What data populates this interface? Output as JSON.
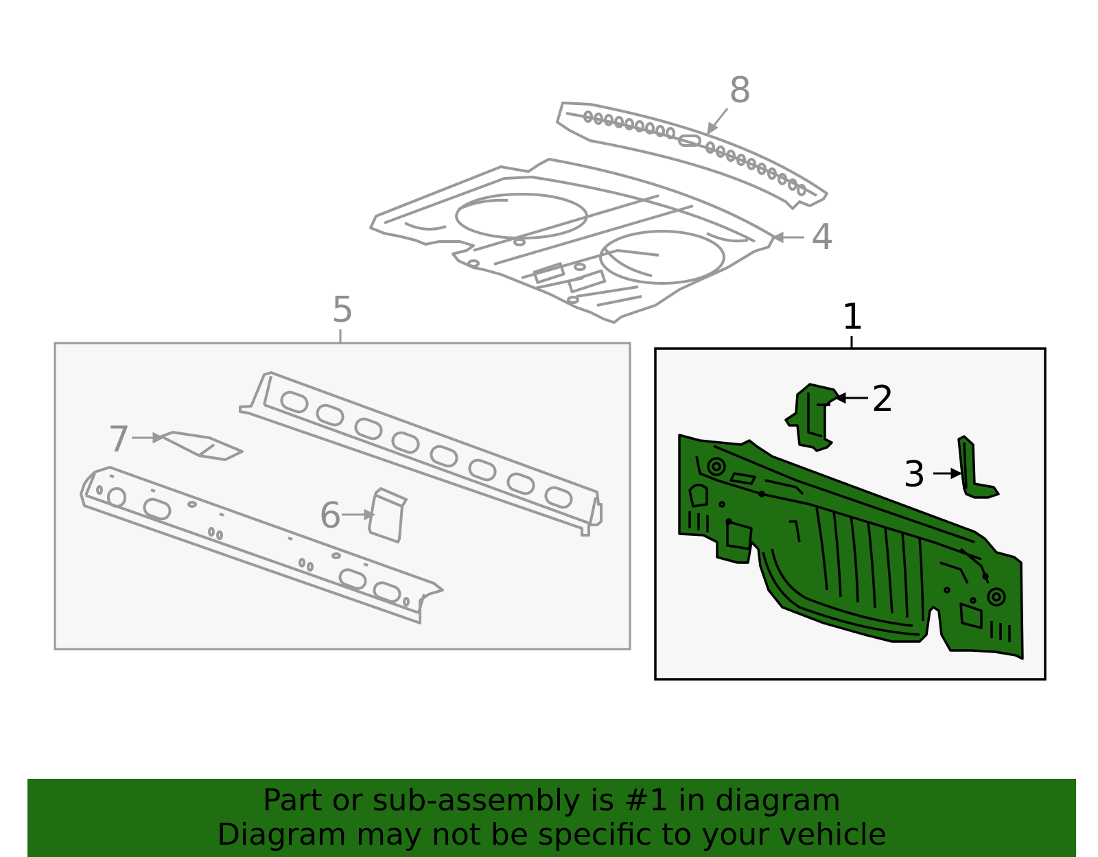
{
  "callouts": {
    "c1": "1",
    "c2": "2",
    "c3": "3",
    "c4": "4",
    "c5": "5",
    "c6": "6",
    "c7": "7",
    "c8": "8"
  },
  "banner": {
    "line1": "Part or sub-assembly is #1 in diagram",
    "line2": "Diagram may not be specific to your vehicle"
  },
  "colors": {
    "highlight": "#1f6e12",
    "inactive_line": "#9a9a9a",
    "box_background": "#f7f7f7"
  }
}
